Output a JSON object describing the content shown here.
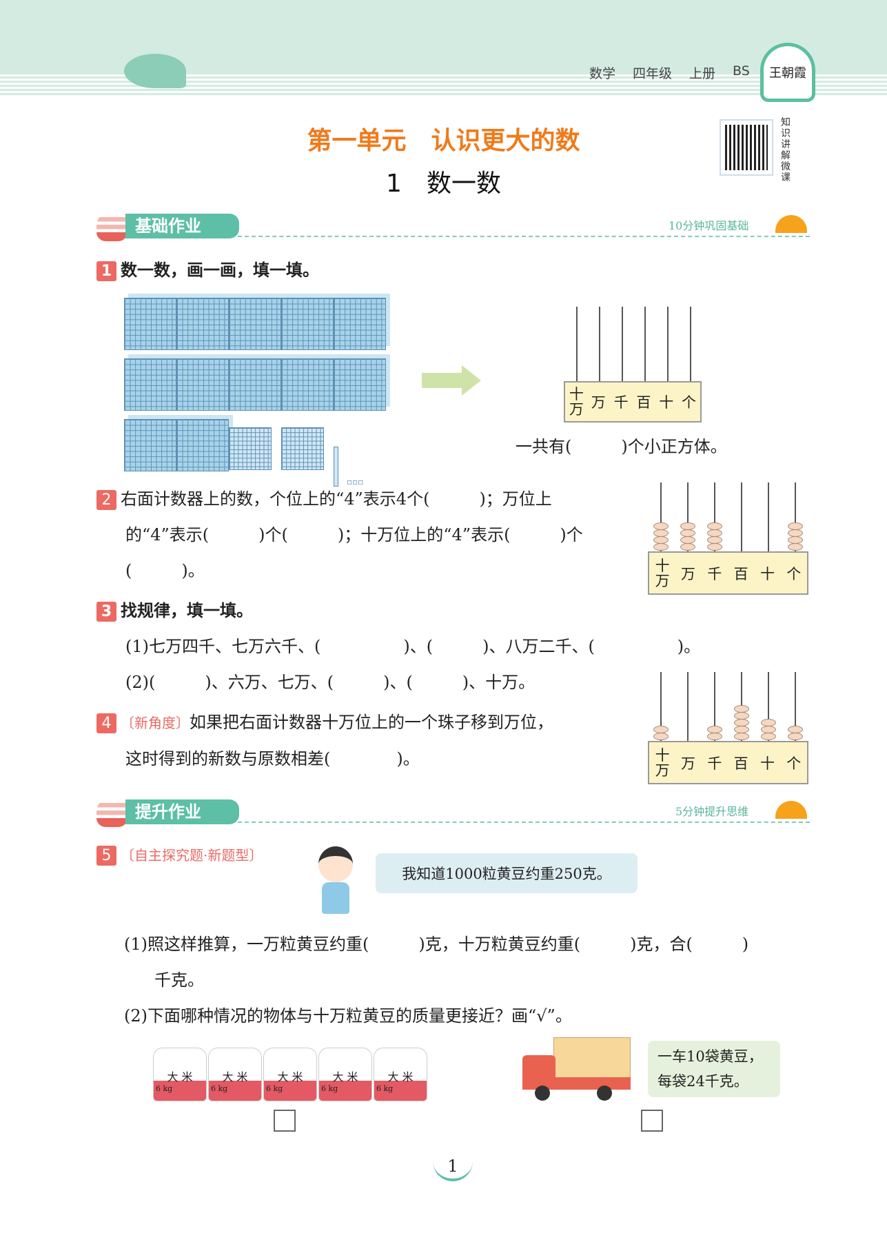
{
  "header": {
    "subject": "数学",
    "grade": "四年级",
    "volume": "上册",
    "edition": "BS",
    "logo_text": "王朝霞"
  },
  "title": "第一单元　认识更大的数",
  "subtitle": "1　数一数",
  "qr_label": "知识讲解微课",
  "sections": [
    {
      "label": "基础作业",
      "hint": "10分钟巩固基础"
    },
    {
      "label": "提升作业",
      "hint": "5分钟提升思维"
    }
  ],
  "q1": {
    "num": "1",
    "text": "数一数，画一画，填一填。",
    "answer_line": "一共有(　　　)个小正方体。",
    "small_cubes_label": "▫▫▫"
  },
  "place_values": [
    "十万",
    "万",
    "千",
    "百",
    "十",
    "个"
  ],
  "q2": {
    "num": "2",
    "lines": [
      "右面计数器上的数，个位上的“4”表示4个(　　　)；万位上",
      "的“4”表示(　　　)个(　　　)；十万位上的“4”表示(　　　)个",
      "(　　　)。"
    ],
    "beads": [
      4,
      4,
      4,
      0,
      0,
      4
    ]
  },
  "q3": {
    "num": "3",
    "text": "找规律，填一填。",
    "lines": [
      "(1)七万四千、七万六千、(　　　　　)、(　　　)、八万二千、(　　　　　)。",
      "(2)(　　　)、六万、七万、(　　　)、(　　　)、十万。"
    ]
  },
  "q4": {
    "num": "4",
    "tag": "〔新角度〕",
    "lines": [
      "如果把右面计数器十万位上的一个珠子移到万位，",
      "这时得到的新数与原数相差(　　　　)。"
    ],
    "beads": [
      2,
      0,
      2,
      5,
      3,
      2
    ]
  },
  "q5": {
    "num": "5",
    "tag": "〔自主探究题·新题型〕",
    "speech": "我知道1000粒黄豆约重250克。",
    "lines": [
      "(1)照这样推算，一万粒黄豆约重(　　　)克，十万粒黄豆约重(　　　)克，合(　　　)",
      "千克。",
      "(2)下面哪种情况的物体与十万粒黄豆的质量更接近？画“√”。"
    ],
    "bag_label": "大 米",
    "bag_weight": "6 kg",
    "truck_note": [
      "一车10袋黄豆，",
      "每袋24千克。"
    ]
  },
  "page_number": "1"
}
